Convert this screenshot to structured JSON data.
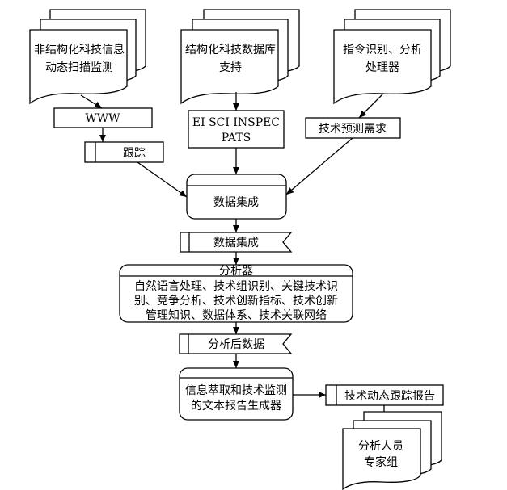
{
  "sources": {
    "unstructured": [
      "非结构化科技信息",
      "动态扫描监测"
    ],
    "structured": [
      "结构化科技数据库",
      "支持"
    ],
    "command": [
      "指令识别、分析",
      "处理器"
    ]
  },
  "labels": {
    "www": "WWW",
    "tracking": "跟踪",
    "databases": [
      "EI SCI INSPEC",
      "PATS"
    ],
    "tech_forecast_demand": "技术预测需求",
    "data_integration_process": "数据集成",
    "data_integration_store": "数据集成",
    "analyzer_title": "分析器",
    "analyzer_body": [
      "自然语言处理、技术组识别、关键技术识",
      "别、竞争分析、技术创新指标、技术创新",
      "管理知识、数据体系、技术关联网络"
    ],
    "analyzed_data": "分析后数据",
    "report_generator": [
      "信息萃取和技术监测",
      "的文本报告生成器"
    ],
    "tracking_report": "技术动态跟踪报告",
    "experts": [
      "分析人员",
      "专家组"
    ]
  }
}
